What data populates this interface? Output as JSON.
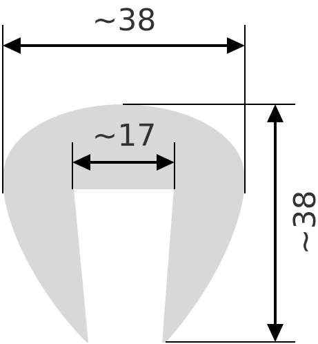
{
  "profile": {
    "fill_color": "#d8d8d8"
  },
  "colors": {
    "line": "#000000",
    "text": "#333333"
  },
  "dimensions": {
    "outer_width": {
      "label": "~38"
    },
    "inner_width": {
      "label": "~17"
    },
    "height": {
      "label": "~38"
    }
  }
}
